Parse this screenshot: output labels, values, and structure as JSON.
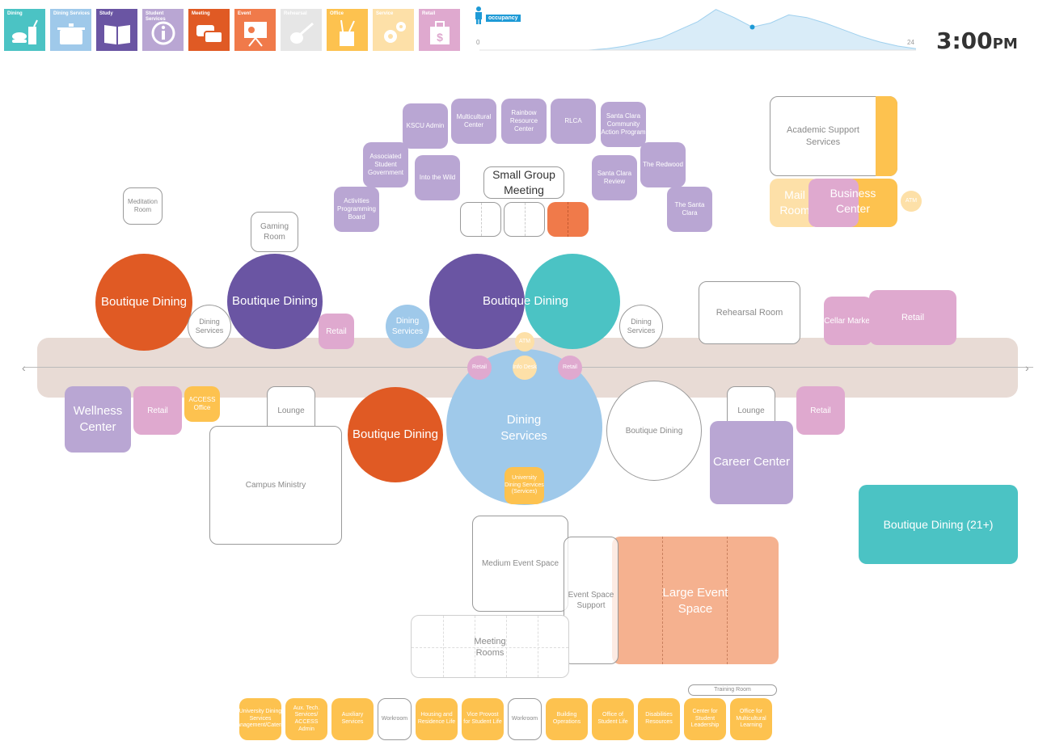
{
  "categories": [
    {
      "label": "Dining",
      "color": "#4bc3c4",
      "icon": "burger-drink-icon",
      "glyph": "🍔"
    },
    {
      "label": "Dining Services",
      "color": "#9fc9ea",
      "icon": "cooking-pot-icon",
      "glyph": "🍲"
    },
    {
      "label": "Study",
      "color": "#6a55a3",
      "icon": "open-book-icon",
      "glyph": "📖"
    },
    {
      "label": "Student Services",
      "color": "#b9a6d3",
      "icon": "info-icon",
      "glyph": "ⓘ"
    },
    {
      "label": "Meeting",
      "color": "#e05a24",
      "icon": "chat-bubbles-icon",
      "glyph": "💬"
    },
    {
      "label": "Event",
      "color": "#f07a4a",
      "icon": "presentation-icon",
      "glyph": "📊"
    },
    {
      "label": "Rehearsal",
      "color": "#e6e6e6",
      "icon": "guitar-icon",
      "glyph": "🎸"
    },
    {
      "label": "Office",
      "color": "#fdc24f",
      "icon": "pencil-cup-icon",
      "glyph": "✎"
    },
    {
      "label": "Service",
      "color": "#fde0a8",
      "icon": "gears-icon",
      "glyph": "⚙"
    },
    {
      "label": "Retail",
      "color": "#dfa9cf",
      "icon": "shopping-bag-icon",
      "glyph": "$"
    }
  ],
  "occupancy": {
    "label": "occupancy",
    "min": "0",
    "max": "24",
    "values": [
      0,
      0,
      0,
      0,
      0,
      0,
      0,
      2,
      6,
      12,
      18,
      30,
      42,
      60,
      48,
      34,
      40,
      52,
      48,
      40,
      30,
      20,
      12,
      6,
      2
    ]
  },
  "clock": {
    "time": "3:00",
    "ampm": "PM"
  },
  "spaces": {
    "kscu_admin": "KSCU Admin",
    "multicultural": "Multicultural Center",
    "rainbow": "Rainbow Resource Center",
    "rlca": "RLCA",
    "sccap": "Santa Clara Community Action Program",
    "asg": "Associated Student Government",
    "into_wild": "Into the Wild",
    "small_group": "Small Group Meeting",
    "sc_review": "Santa Clara Review",
    "redwood": "The Redwood",
    "santa_clara": "The Santa Clara",
    "apb": "Activities Programming Board",
    "meditation": "Meditation Room",
    "gaming": "Gaming Room",
    "academic_support": "Academic Support Services",
    "mail": "Mail Room",
    "business": "Business Center",
    "atm": "ATM",
    "boutique": "Boutique Dining",
    "dining_services": "Dining Services",
    "retail": "Retail",
    "rehearsal": "Rehearsal Room",
    "cellar": "Cellar Market",
    "info_desk": "Info Desk",
    "wellness": "Wellness Center",
    "access": "ACCESS Office",
    "lounge": "Lounge",
    "campus_ministry": "Campus Ministry",
    "career": "Career Center",
    "udss": "University Dining Services (Services)",
    "boutique21": "Boutique Dining (21+)",
    "medium_event": "Medium Event Space",
    "event_support": "Event Space Support",
    "large_event": "Large Event Space",
    "meeting_rooms": "Meeting Rooms",
    "training": "Training Room"
  },
  "offices": [
    {
      "label": "University Dining Services (Management/Catering)",
      "type": "office"
    },
    {
      "label": "Aux. Tech. Services/ ACCESS Admin",
      "type": "office"
    },
    {
      "label": "Auxiliary Services",
      "type": "office"
    },
    {
      "label": "Workroom",
      "type": "work"
    },
    {
      "label": "Housing and Residence Life",
      "type": "office"
    },
    {
      "label": "Vice Provost for Student Life",
      "type": "office"
    },
    {
      "label": "Workroom",
      "type": "work"
    },
    {
      "label": "Building Operations",
      "type": "office"
    },
    {
      "label": "Office of Student Life",
      "type": "office"
    },
    {
      "label": "Disabilities Resources",
      "type": "office"
    },
    {
      "label": "Center for Student Leadership",
      "type": "office"
    },
    {
      "label": "Office for Multicultural Learning",
      "type": "office"
    }
  ]
}
